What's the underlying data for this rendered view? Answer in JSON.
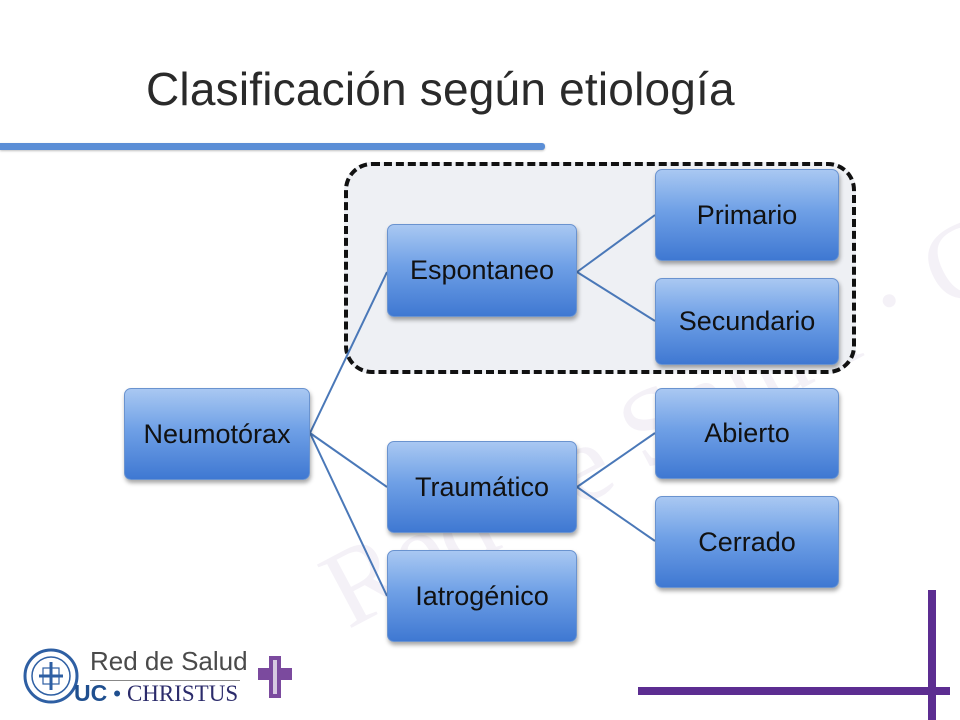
{
  "slide": {
    "title": "Clasificación según etiología"
  },
  "diagram": {
    "root": "Neumotórax",
    "level1": {
      "espontaneo": "Espontaneo",
      "traumatico": "Traumático",
      "iatrogenico": "Iatrogénico"
    },
    "level2": {
      "primario": "Primario",
      "secundario": "Secundario",
      "abierto": "Abierto",
      "cerrado": "Cerrado"
    },
    "highlight_group": "espontaneo"
  },
  "watermark": {
    "text": "Red de Salud · CHRISTUS"
  },
  "logo": {
    "top_text": "Red de Salud",
    "uc_text": "UC",
    "separator": "•",
    "christus_text": "CHRISTUS"
  },
  "colors": {
    "node_gradient_top": "#a9c8f2",
    "node_gradient_bottom": "#3f78d2",
    "connector": "#4a78b8",
    "title_rule": "#5b8ed6",
    "corner_accent": "#5c2d91",
    "logo_cross": "#7b4a9e"
  }
}
